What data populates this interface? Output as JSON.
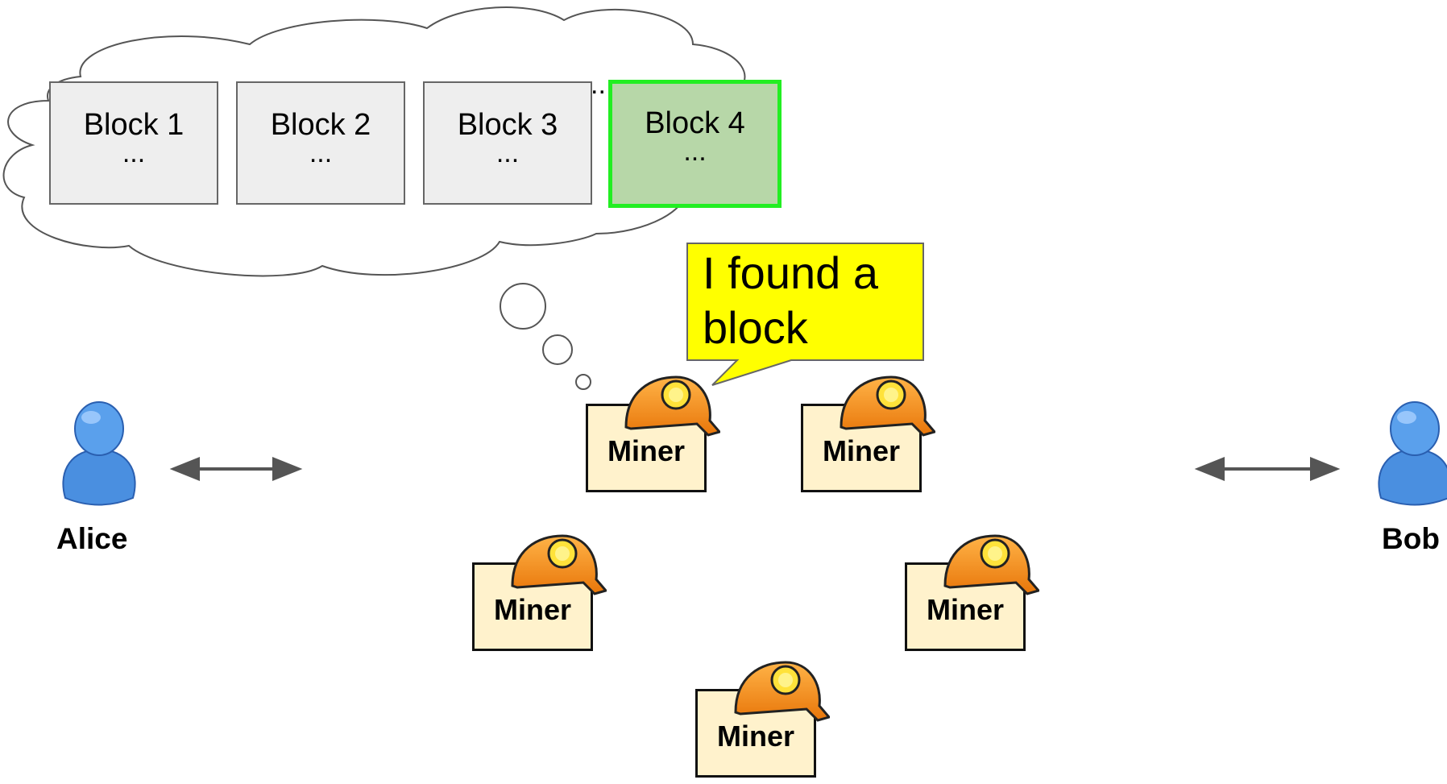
{
  "blockchain": {
    "blocks": [
      {
        "label": "Block 1",
        "detail": "..."
      },
      {
        "label": "Block 2",
        "detail": "..."
      },
      {
        "label": "Block 3",
        "detail": "..."
      },
      {
        "label": "Block 4",
        "detail": "..."
      }
    ],
    "gap_dots": "..",
    "new_block_border_color": "#22ee22",
    "new_block_fill_color": "#b7d7a8"
  },
  "speech": {
    "text": "I found a block",
    "fill_color": "#ffff00"
  },
  "miners": [
    {
      "label": "Miner"
    },
    {
      "label": "Miner"
    },
    {
      "label": "Miner"
    },
    {
      "label": "Miner"
    },
    {
      "label": "Miner"
    }
  ],
  "people": {
    "left": {
      "name": "Alice",
      "icon": "user-icon"
    },
    "right": {
      "name": "Bob",
      "icon": "user-icon"
    }
  },
  "icons": {
    "miner": "miner-helmet-icon",
    "arrows": "double-arrow-icon"
  }
}
